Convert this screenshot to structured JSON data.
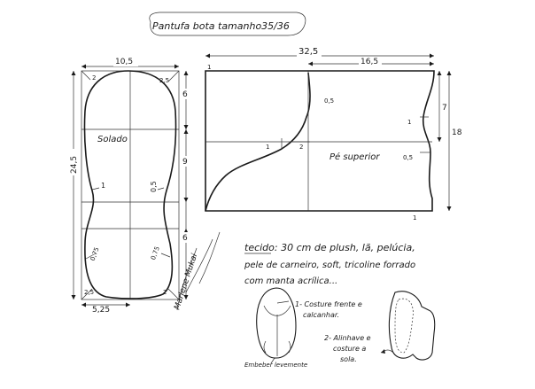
{
  "title": "Pantufa bota tamanho35/36",
  "sole": {
    "label": "Solado",
    "width_top": "10,5",
    "width_bottom": "5,25",
    "height": "24,5",
    "seg1": "6",
    "seg2": "9",
    "seg3": "6",
    "corner_tl": "2",
    "corner_tr": "2,5",
    "corner_bl": "2,5",
    "corner_br": "2",
    "mark_left_mid": "1",
    "mark_right_mid": "0,5",
    "mark_left_low": "0,75",
    "mark_right_low": "0,75"
  },
  "upper": {
    "label": "Pé superior",
    "width_total": "32,5",
    "width_right": "16,5",
    "h_right_top": "7",
    "h_right_total": "18",
    "mark_curve": "0,5",
    "mark_center": "2",
    "mark_left": "1",
    "mark_right_mid": "0,5",
    "mark_right_top": "1",
    "mark_bottom_right": "1",
    "mark_corner_tl": "1"
  },
  "fabric": {
    "line1": "tecido: 30 cm  de plush, lã, pelúcia,",
    "line2": "pele de carneiro, soft, tricoline forrado",
    "line3": "com manta acrílica..."
  },
  "steps": {
    "step1_line1": "1- Costure frente e",
    "step1_line2": "calcanhar.",
    "step2_line1": "2- Alinhave e",
    "step2_line2": "costure a",
    "step2_line3": "sola.",
    "ease_note": "Embeber levemente"
  },
  "signature": "Marlene Mukai"
}
